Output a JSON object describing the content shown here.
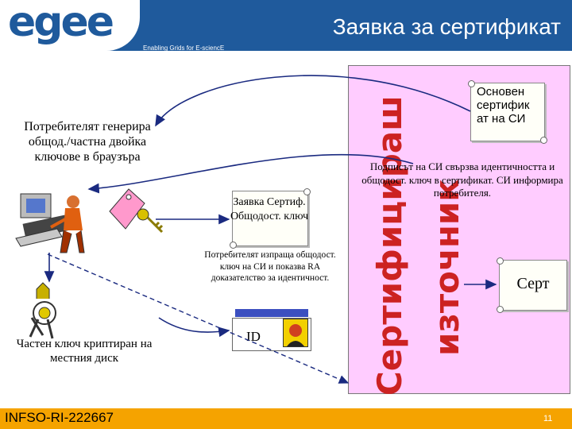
{
  "header": {
    "logo": "egee",
    "tagline": "Enabling Grids for E-sciencE",
    "title": "Заявка за сертификат"
  },
  "ca": {
    "title_line1": "Сертифицираш",
    "title_line2": "източник",
    "root_cert": "Основен сертифик ат на СИ",
    "sign_text": "Подписът на СИ свързва идентичността и общодост. ключ в сертификат. СИ информира потребителя.",
    "cert_label": "Серт"
  },
  "user": {
    "generates": "Потребителят генерира общод./частна двойка ключове в браузъра",
    "sends": "Потребителят изпраща общодост. ключ на СИ и показва RA доказателство за идентичност.",
    "private_key": "Частен ключ криптиран на местния диск"
  },
  "request": {
    "text": "Заявка Сертиф. Общодост. ключ"
  },
  "idcard": {
    "label": "ID"
  },
  "footer": {
    "project_id": "INFSO-RI-222667",
    "page": "11"
  },
  "colors": {
    "header_blue": "#1f5a9c",
    "logo_orange": "#f3a01b",
    "ca_panel": "#ffccff",
    "footer": "#f5a300",
    "ca_title": "#cc2222"
  }
}
